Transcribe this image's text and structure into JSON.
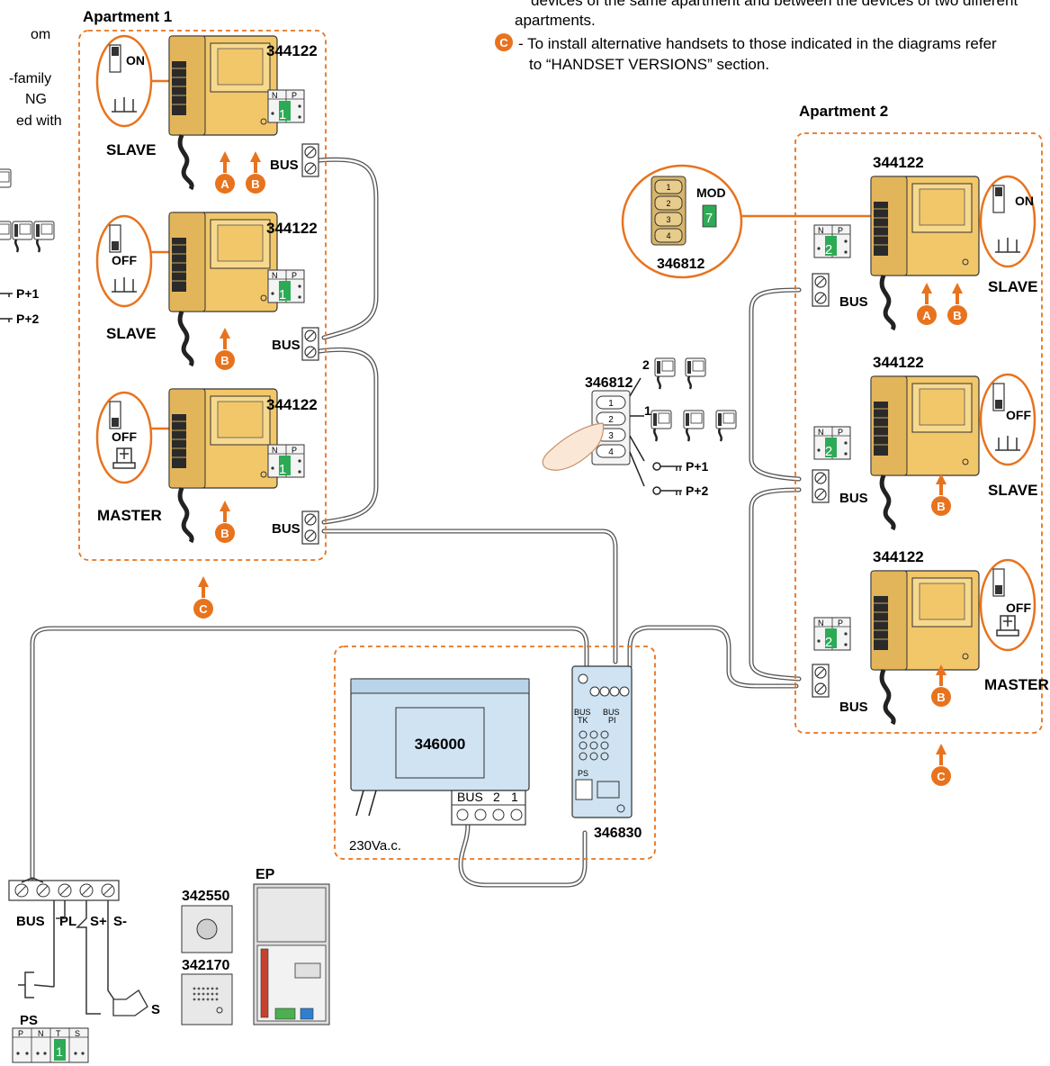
{
  "notes": {
    "line_top_right": "devices of the same apartment and between the devices of two different",
    "line_apartments": "apartments.",
    "note_c_marker": "C",
    "note_c_line1": "- To install alternative handsets to those indicated in the diagrams refer",
    "note_c_line2": "to “HANDSET VERSIONS” section.",
    "left_edge_1": "om",
    "left_edge_2": "-family",
    "left_edge_3": "NG",
    "left_edge_4": "ed with",
    "left_edge_p1": "P+1",
    "left_edge_p2": "P+2"
  },
  "apartment1": {
    "title": "Apartment 1",
    "handsets": [
      {
        "model": "344122",
        "switch_state": "ON",
        "role": "SLAVE",
        "n_value": "1",
        "n_label": "N",
        "p_label": "P",
        "bus_label": "BUS",
        "markers": [
          "A",
          "B"
        ]
      },
      {
        "model": "344122",
        "switch_state": "OFF",
        "role": "SLAVE",
        "n_value": "1",
        "n_label": "N",
        "p_label": "P",
        "bus_label": "BUS",
        "markers": [
          "B"
        ]
      },
      {
        "model": "344122",
        "switch_state": "OFF",
        "role": "MASTER",
        "n_value": "1",
        "n_label": "N",
        "p_label": "P",
        "bus_label": "BUS",
        "markers": [
          "B"
        ]
      }
    ],
    "marker_c": "C"
  },
  "apartment2": {
    "title": "Apartment 2",
    "handsets": [
      {
        "model": "344122",
        "switch_state": "ON",
        "role": "SLAVE",
        "n_value": "2",
        "n_label": "N",
        "p_label": "P",
        "bus_label": "BUS",
        "markers": [
          "A",
          "B"
        ]
      },
      {
        "model": "344122",
        "switch_state": "OFF",
        "role": "SLAVE",
        "n_value": "2",
        "n_label": "N",
        "p_label": "P",
        "bus_label": "BUS",
        "markers": [
          "B"
        ]
      },
      {
        "model": "344122",
        "switch_state": "OFF",
        "role": "MASTER",
        "n_value": "2",
        "n_label": "N",
        "p_label": "P",
        "bus_label": "BUS",
        "markers": [
          "B"
        ]
      }
    ],
    "marker_c": "C"
  },
  "module_callout": {
    "model": "346812",
    "mod_label": "MOD",
    "mod_value": "7",
    "buttons": [
      "1",
      "2",
      "3",
      "4"
    ]
  },
  "keypad": {
    "model": "346812",
    "buttons": [
      "1",
      "2",
      "3",
      "4"
    ],
    "target_2": "2",
    "target_1": "1",
    "target_p1": "P+1",
    "target_p2": "P+2"
  },
  "power_supply": {
    "model": "346000",
    "terminal_labels": [
      "BUS",
      "2",
      "1"
    ],
    "mains": "230Va.c."
  },
  "interface": {
    "model": "346830",
    "bus_tk": "BUS",
    "tk": "TK",
    "bus_pi": "BUS",
    "pi": "PI",
    "ps": "PS"
  },
  "entrance": {
    "terminals": [
      "BUS",
      "PL",
      "S+",
      "S-"
    ],
    "ps_label": "PS",
    "s_label": "S",
    "config_labels": [
      "P",
      "N",
      "T",
      "S"
    ],
    "n_value": "1",
    "button_model": "342550",
    "speaker_model": "342170",
    "panel_label": "EP"
  },
  "colors": {
    "accent_orange": "#e8731e",
    "handset_body": "#f2c76a",
    "handset_dark": "#caa04a",
    "config_green": "#2daa55",
    "interface_blue": "#cfe3f2",
    "cable": "#555555",
    "keypad_gold": "#d8b468"
  }
}
